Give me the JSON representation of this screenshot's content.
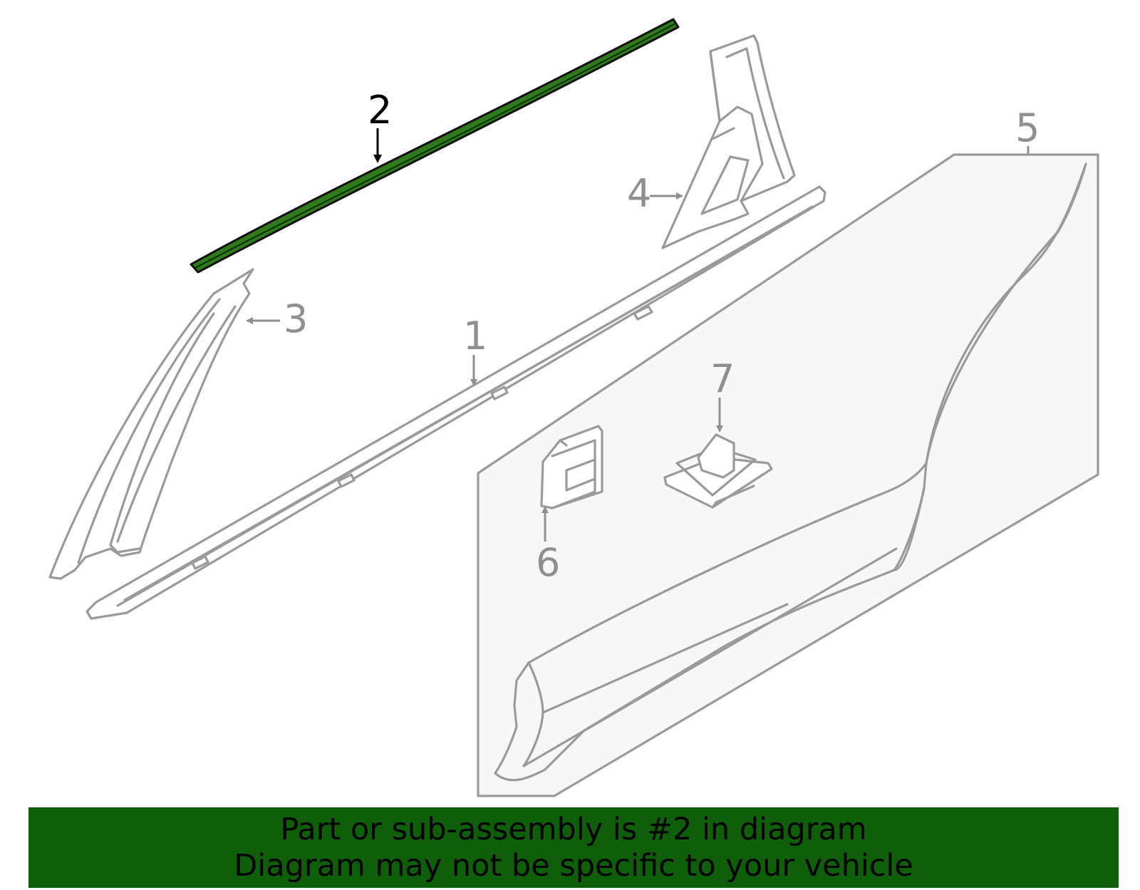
{
  "colors": {
    "highlight_part": "#2f7a1a",
    "part_outline": "#9a9a9a",
    "banner_background": "#0f5f0a",
    "banner_text": "#000000"
  },
  "callouts": [
    {
      "id": "1",
      "label": "1",
      "highlighted": false
    },
    {
      "id": "2",
      "label": "2",
      "highlighted": true
    },
    {
      "id": "3",
      "label": "3",
      "highlighted": false
    },
    {
      "id": "4",
      "label": "4",
      "highlighted": false
    },
    {
      "id": "5",
      "label": "5",
      "highlighted": false
    },
    {
      "id": "6",
      "label": "6",
      "highlighted": false
    },
    {
      "id": "7",
      "label": "7",
      "highlighted": false
    }
  ],
  "banner": {
    "line1": "Part or sub-assembly is #2 in diagram",
    "line2": "Diagram may not be specific to your vehicle"
  }
}
